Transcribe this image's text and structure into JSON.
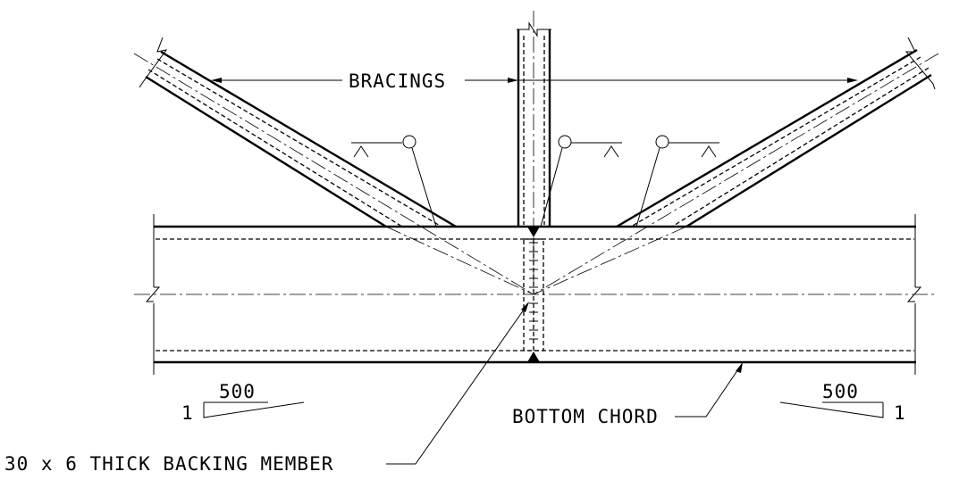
{
  "labels": {
    "bracings": "BRACINGS",
    "bottom_chord": "BOTTOM CHORD",
    "backing_member": "30 x 6 THICK BACKING MEMBER",
    "slope_left_run": "500",
    "slope_left_rise": "1",
    "slope_right_run": "500",
    "slope_right_rise": "1"
  }
}
